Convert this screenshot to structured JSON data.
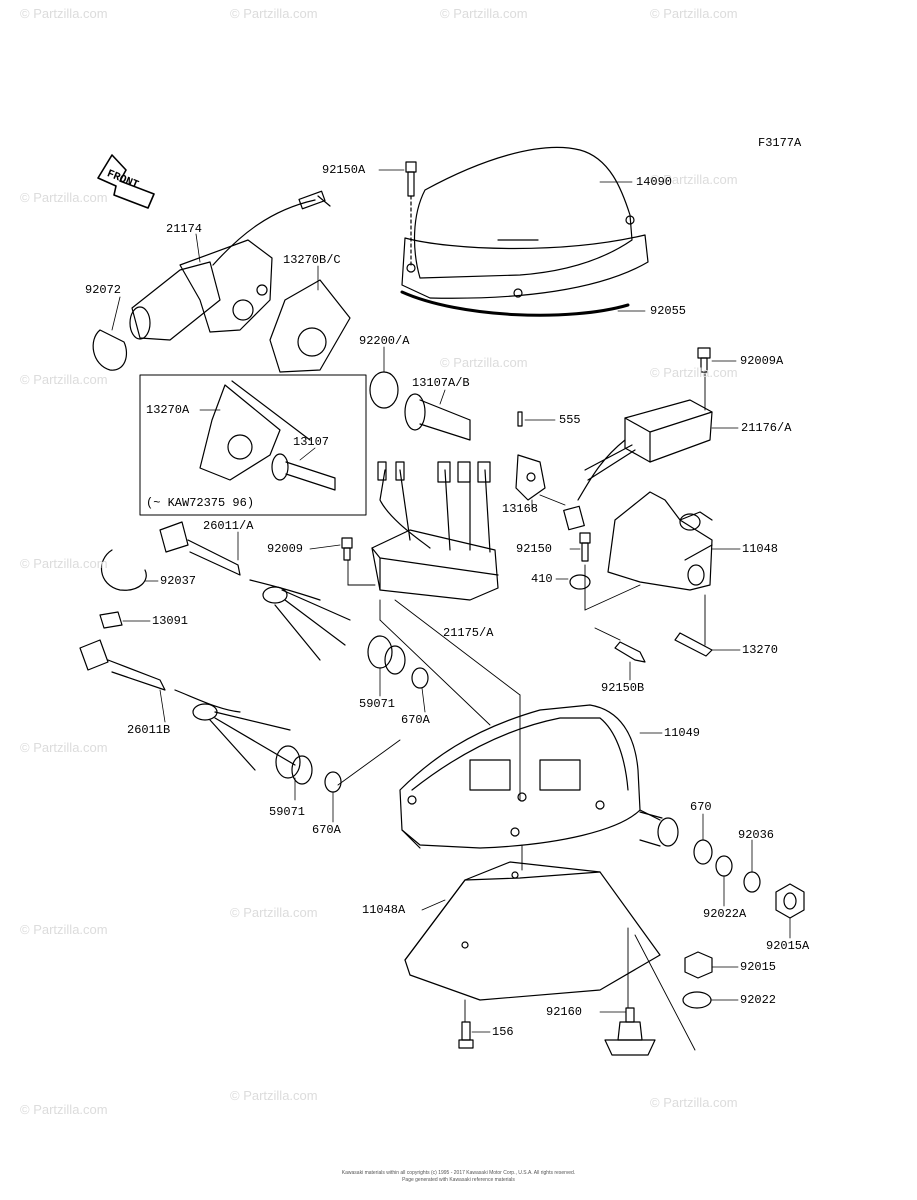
{
  "figure_code": "F3177A",
  "front_label": "FRONT",
  "watermark_text": "© Partzilla.com",
  "variant_note": "(~ KAW72375   96)",
  "footer": {
    "line1": "Kawasaki materials within all copyrights (c) 1995 - 2017 Kawasaki Motor Corp., U.S.A. All rights reserved.",
    "line2": "Page generated with Kawasaki reference materials"
  },
  "parts": {
    "p14090": "14090",
    "p92150A": "92150A",
    "p92055": "92055",
    "p21174": "21174",
    "p92072": "92072",
    "p13270BC": "13270B/C",
    "p92200A": "92200/A",
    "p92009A": "92009A",
    "p13107AB": "13107A/B",
    "p555": "555",
    "p13270A": "13270A",
    "p13107": "13107",
    "p21176A": "21176/A",
    "p26011A": "26011/A",
    "p92009": "92009",
    "p13168": "13168",
    "p92150": "92150",
    "p11048": "11048",
    "p92037": "92037",
    "p410": "410",
    "p13091": "13091",
    "p21175A": "21175/A",
    "p13270": "13270",
    "p92150B": "92150B",
    "p59071a": "59071",
    "p670Aa": "670A",
    "p26011B": "26011B",
    "p11049": "11049",
    "p59071b": "59071",
    "p670Ab": "670A",
    "p670": "670",
    "p92036": "92036",
    "p92022A": "92022A",
    "p11048A": "11048A",
    "p92015A": "92015A",
    "p92015": "92015",
    "p92160": "92160",
    "p92022": "92022",
    "p156": "156"
  }
}
